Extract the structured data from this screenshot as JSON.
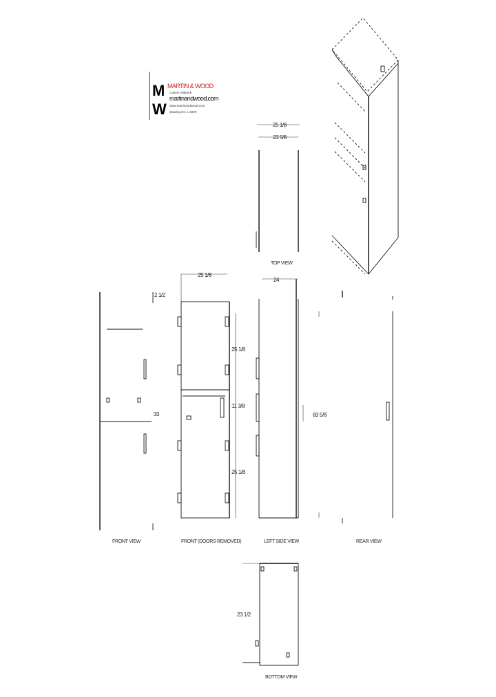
{
  "logo": {
    "letters": "MW",
    "brand": "MARTIN & WOOD",
    "tagline": "custom millwork",
    "website": "martinandwood.com",
    "line1": "www.martinandwood.com",
    "line2": "drawing rev. 1 2009"
  },
  "views": {
    "top": {
      "label": "TOP VIEW",
      "dim_outer": "25 1/8",
      "dim_inner": "23 5/8"
    },
    "front": {
      "label": "FRONT VIEW",
      "dim_top": "2 1/2",
      "dim_mid": "33"
    },
    "front_doors_removed": {
      "label": "FRONT (DOORS REMOVED)",
      "dim_width": "25 1/8",
      "dim_upper": "25 1/8",
      "dim_mid": "11 3/8",
      "dim_lower": "25 1/8"
    },
    "left_side": {
      "label": "LEFT SIDE VIEW",
      "dim_depth": "24",
      "dim_height": "83 5/8"
    },
    "rear": {
      "label": "REAR VIEW"
    },
    "bottom": {
      "label": "BOTTOM VIEW",
      "dim_depth": "23 1/2"
    }
  },
  "colors": {
    "accent": "#cc2222",
    "line": "#111111"
  }
}
